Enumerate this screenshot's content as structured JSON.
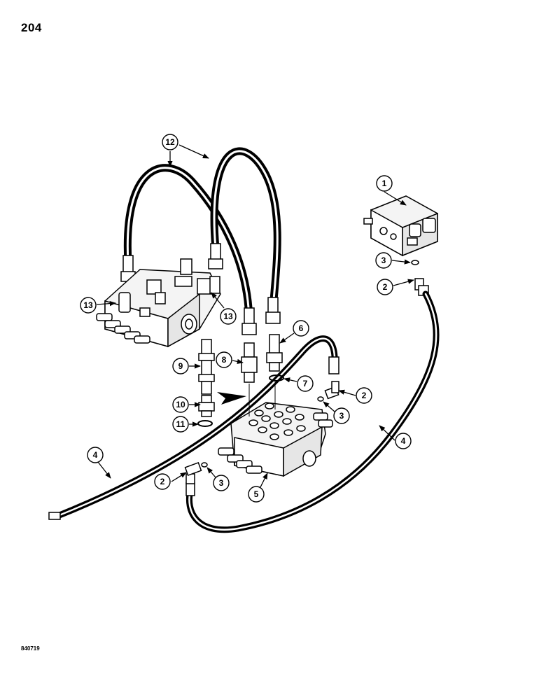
{
  "page": {
    "number": "204",
    "figure_code": "840719"
  },
  "callouts": [
    "1",
    "2",
    "3",
    "2",
    "3",
    "2",
    "3",
    "4",
    "4",
    "5",
    "6",
    "7",
    "8",
    "9",
    "10",
    "11",
    "12",
    "13",
    "13"
  ]
}
